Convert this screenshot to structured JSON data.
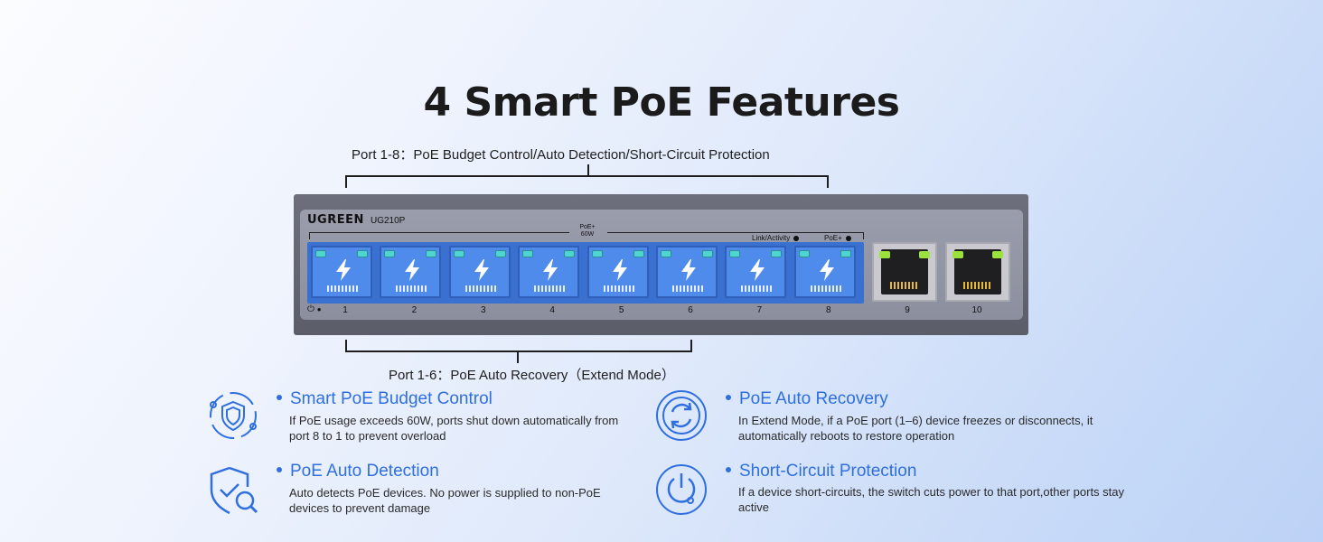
{
  "title": "4 Smart PoE Features",
  "bracket_top_label": "Port 1-8：PoE Budget Control/Auto Detection/Short-Circuit Protection",
  "bracket_bottom_label": "Port 1-6：PoE Auto Recovery（Extend Mode）",
  "device": {
    "brand": "UGREEN",
    "model": "UG210P",
    "poe_budget_line1": "PoE+",
    "poe_budget_line2": "60W",
    "legend_link": "Link/Activity",
    "legend_poe": "PoE+",
    "power_symbol": "⏻",
    "ports": [
      "1",
      "2",
      "3",
      "4",
      "5",
      "6",
      "7",
      "8"
    ],
    "uplinks": [
      "9",
      "10"
    ]
  },
  "features": [
    {
      "title": "Smart PoE Budget Control",
      "icon": "shield-icon",
      "desc": "If PoE usage exceeds 60W, ports shut down automatically from port 8 to 1 to prevent overload"
    },
    {
      "title": "PoE Auto Recovery",
      "icon": "refresh-icon",
      "desc": "In Extend Mode, if a PoE port (1–6) device freezes or disconnects, it automatically reboots to restore operation"
    },
    {
      "title": "PoE Auto Detection",
      "icon": "shield-search-icon",
      "desc": "Auto detects PoE devices. No power is supplied to non-PoE devices to prevent damage"
    },
    {
      "title": "Short-Circuit Protection",
      "icon": "power-icon",
      "desc": "If a device short-circuits, the switch cuts power to that port,other ports stay active"
    }
  ],
  "colors": {
    "accent": "#2f6fe0",
    "poe_port": "#4f8bea",
    "device": "#5b5d69"
  }
}
